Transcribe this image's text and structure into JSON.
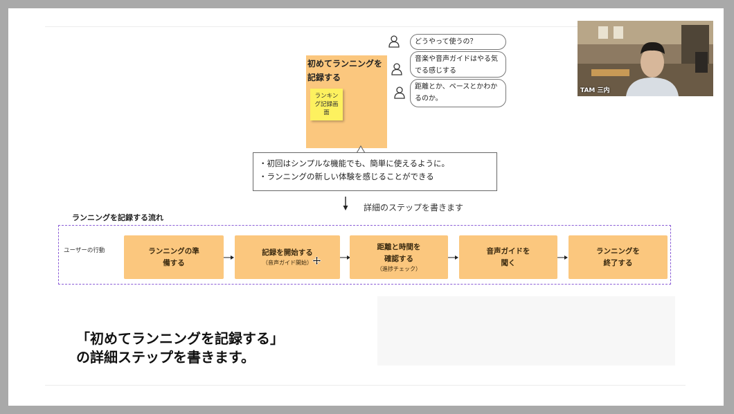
{
  "card": {
    "title": "初めてランニングを記録する",
    "sticky": "ランキング記録画面"
  },
  "comments": [
    {
      "text": "どうやって使うの？"
    },
    {
      "text": "音楽や音声ガイドはやる気でる感じする"
    },
    {
      "text": "距離とか、ペースとかわかるのか。"
    }
  ],
  "notes": [
    "・初回はシンプルな機能でも、簡単に使えるように。",
    "・ランニングの新しい体験を感じることができる"
  ],
  "step_note": "詳細のステップを書きます",
  "flow": {
    "title": "ランニングを記録する流れ",
    "actor": "ユーザーの行動",
    "steps": [
      {
        "main": "ランニングの準備する",
        "sub": ""
      },
      {
        "main": "記録を開始する",
        "sub": "（音声ガイド開始）"
      },
      {
        "main": "距離と時間を確認する",
        "sub": "（進捗チェック）"
      },
      {
        "main": "音声ガイドを聞く",
        "sub": ""
      },
      {
        "main": "ランニングを終了する",
        "sub": ""
      }
    ]
  },
  "caption": "「初めてランニングを記録する」の詳細ステップを書きます。",
  "webcam": {
    "name": "TAM 三内"
  },
  "colors": {
    "card": "#fbc77e",
    "sticky": "#fdf15f",
    "flow_border": "#8a5cd6",
    "background": "#a9a9a9"
  },
  "icons": [
    "person-icon",
    "arrow-down-icon",
    "arrow-right-icon",
    "move-cursor-icon"
  ]
}
